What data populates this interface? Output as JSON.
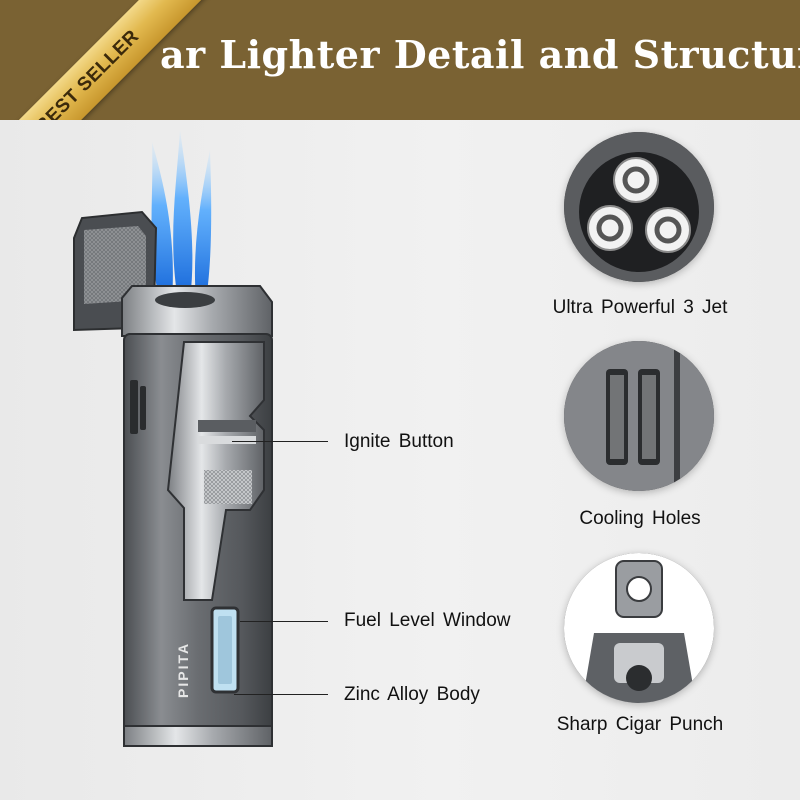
{
  "banner": {
    "title": "ar Lighter Detail and Structure",
    "badge": "BEST SELLER",
    "background_color": "#7a6233",
    "badge_color": "#e2b94f"
  },
  "product": {
    "brand_mark": "PIPITA",
    "flame_color": "#2a8cff",
    "body_color": "#6e7275"
  },
  "callouts": [
    {
      "label": "Ignite Button"
    },
    {
      "label": "Fuel Level Window"
    },
    {
      "label": "Zinc Alloy Body"
    }
  ],
  "details": [
    {
      "label": "Ultra Powerful 3 Jet",
      "icon": "triple-jet-nozzle"
    },
    {
      "label": "Cooling Holes",
      "icon": "cooling-vent"
    },
    {
      "label": "Sharp Cigar Punch",
      "icon": "cigar-punch"
    }
  ]
}
